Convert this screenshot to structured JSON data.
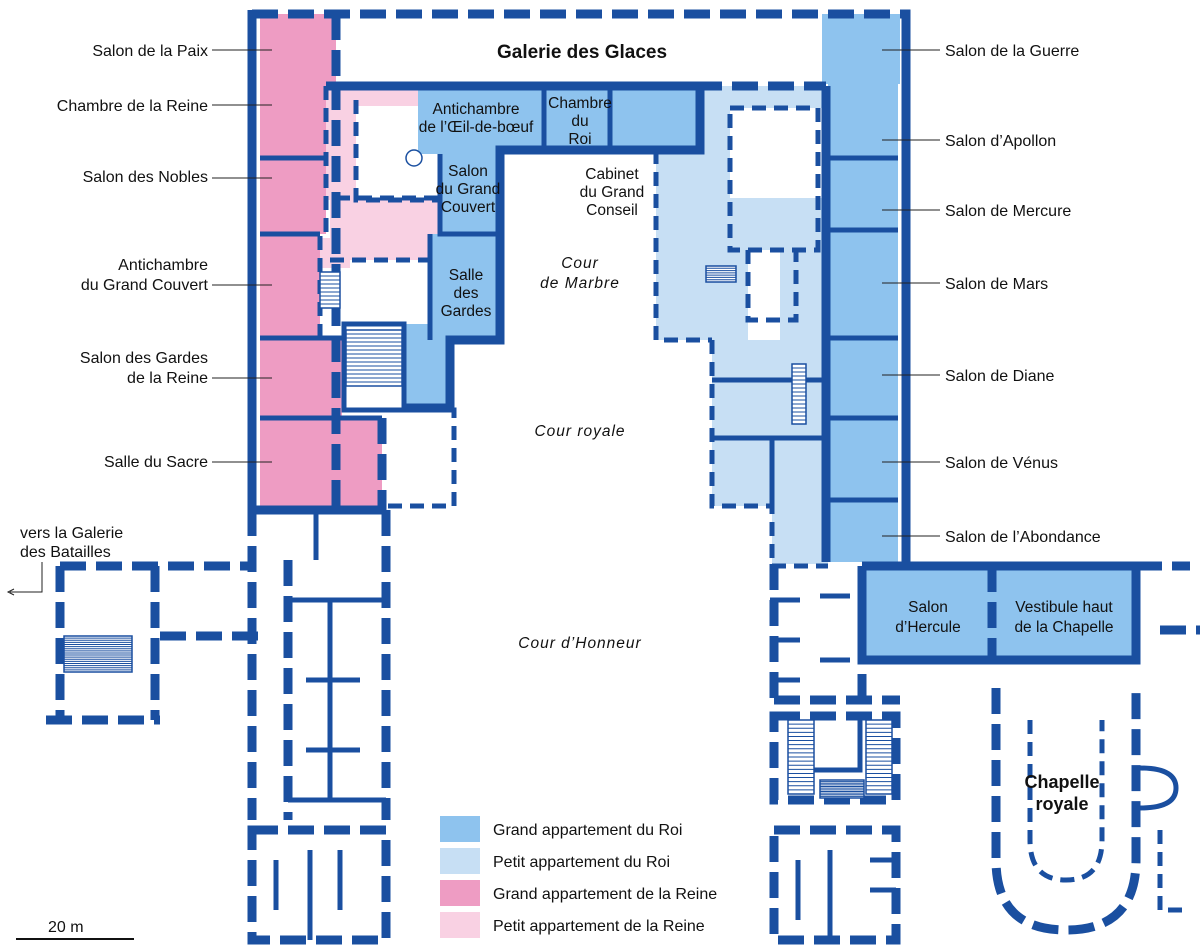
{
  "colors": {
    "grand_roi": "#8ec3ee",
    "petit_roi": "#c7dff4",
    "grand_reine": "#ee9cc3",
    "petit_reine": "#f9d1e3",
    "wall": "#1a4fa0"
  },
  "title": "Galerie des Glaces",
  "chapel": [
    "Chapelle",
    "royale"
  ],
  "courts": {
    "marbre": [
      "Cour",
      "de Marbre"
    ],
    "royale": "Cour royale",
    "honneur": "Cour d’Honneur"
  },
  "left_labels": {
    "paix": "Salon de la Paix",
    "chambre_reine": "Chambre de la Reine",
    "nobles": "Salon des Nobles",
    "antichambre_gc": [
      "Antichambre",
      "du Grand Couvert"
    ],
    "gardes_reine": [
      "Salon des Gardes",
      "de la Reine"
    ],
    "sacre": "Salle du Sacre",
    "batailles": [
      "vers la Galerie",
      "des Batailles"
    ]
  },
  "right_labels": {
    "guerre": "Salon de la Guerre",
    "apollon": "Salon d’Apollon",
    "mercure": "Salon de Mercure",
    "mars": "Salon de Mars",
    "diane": "Salon de Diane",
    "venus": "Salon de Vénus",
    "abondance": "Salon de l’Abondance"
  },
  "rooms": {
    "oeil": [
      "Antichambre",
      "de l’Œil-de-bœuf"
    ],
    "chambre_roi": [
      "Chambre",
      "du",
      "Roi"
    ],
    "cabinet": [
      "Cabinet",
      "du Grand",
      "Conseil"
    ],
    "grand_couvert": [
      "Salon",
      "du Grand",
      "Couvert"
    ],
    "gardes": [
      "Salle",
      "des",
      "Gardes"
    ],
    "hercule": [
      "Salon",
      "d’Hercule"
    ],
    "vestibule": [
      "Vestibule haut",
      "de la Chapelle"
    ]
  },
  "legend": [
    {
      "label": "Grand appartement du Roi",
      "color": "#8ec3ee"
    },
    {
      "label": "Petit appartement du Roi",
      "color": "#c7dff4"
    },
    {
      "label": "Grand appartement de la Reine",
      "color": "#ee9cc3"
    },
    {
      "label": "Petit appartement de la Reine",
      "color": "#f9d1e3"
    }
  ],
  "scale": "20 m"
}
